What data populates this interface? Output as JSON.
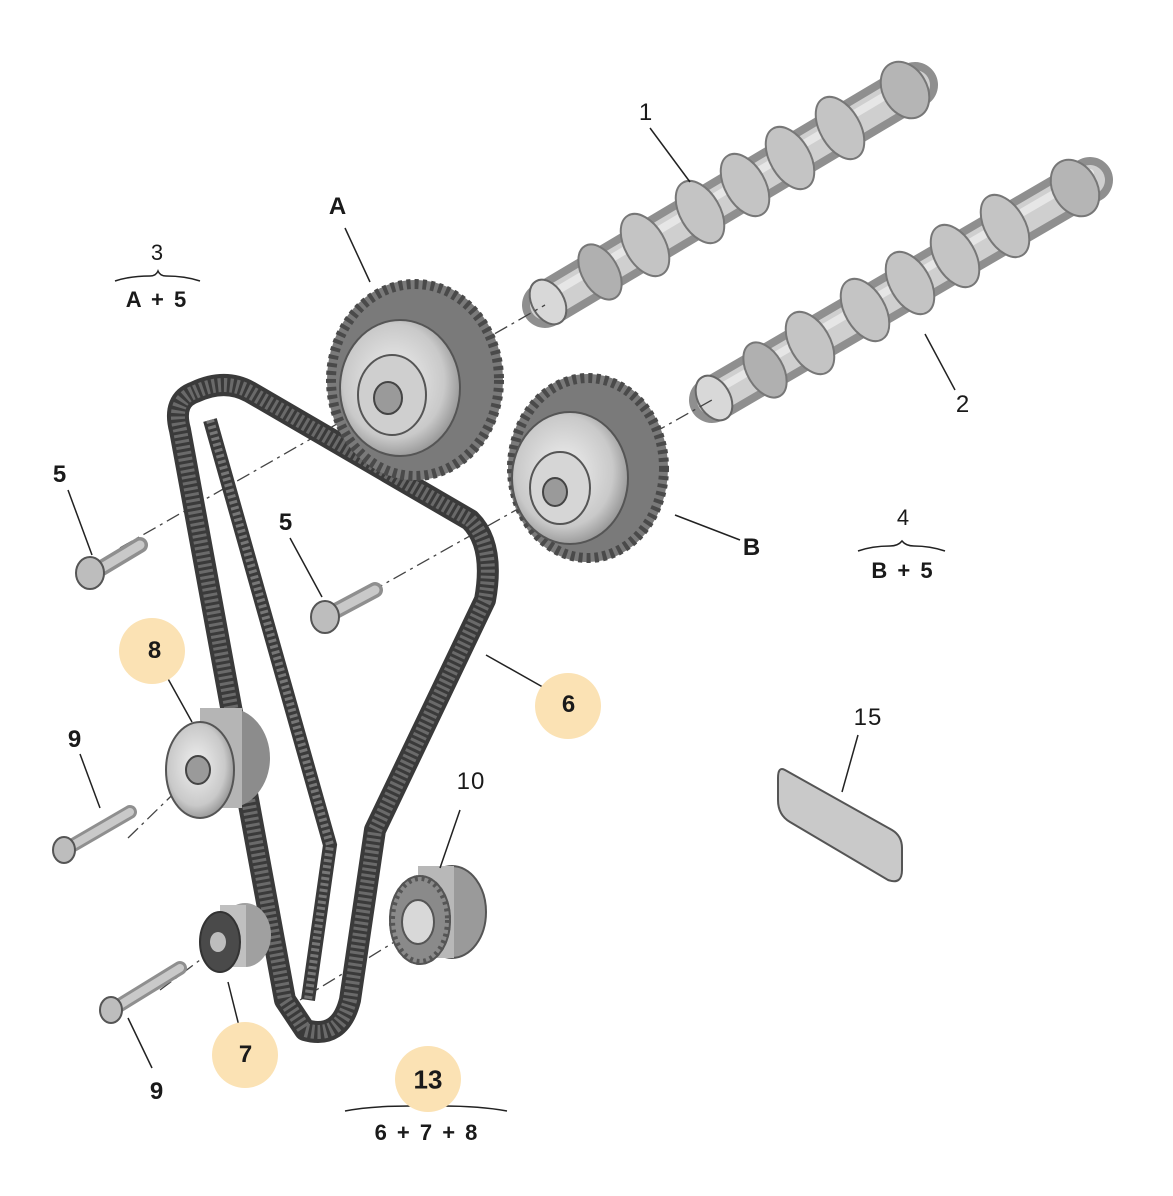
{
  "callouts": {
    "p1": "1",
    "p2": "2",
    "pA": "A",
    "pB": "B",
    "p5a": "5",
    "p5b": "5",
    "p6": "6",
    "p7": "7",
    "p8": "8",
    "p9a": "9",
    "p9b": "9",
    "p10": "10",
    "p15": "15"
  },
  "groups": {
    "g3": {
      "number": "3",
      "members": "A + 5"
    },
    "g4": {
      "number": "4",
      "members": "B + 5"
    },
    "g13": {
      "number": "13",
      "members": "6 + 7 + 8"
    }
  },
  "highlighted": [
    "6",
    "7",
    "8",
    "13"
  ],
  "colors": {
    "highlight": "#fbe2b4",
    "belt": "#3a3a3a",
    "metal": "#b8b8b8",
    "metal_dark": "#8a8a8a"
  }
}
